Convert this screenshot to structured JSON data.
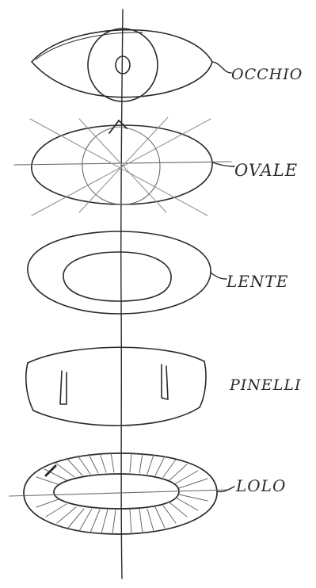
{
  "labels": {
    "occhio": "OCCHIO",
    "ovale": "OVALE",
    "lente": "LENTE",
    "pinelli": "PINELLI",
    "lolo": "LOLO"
  }
}
